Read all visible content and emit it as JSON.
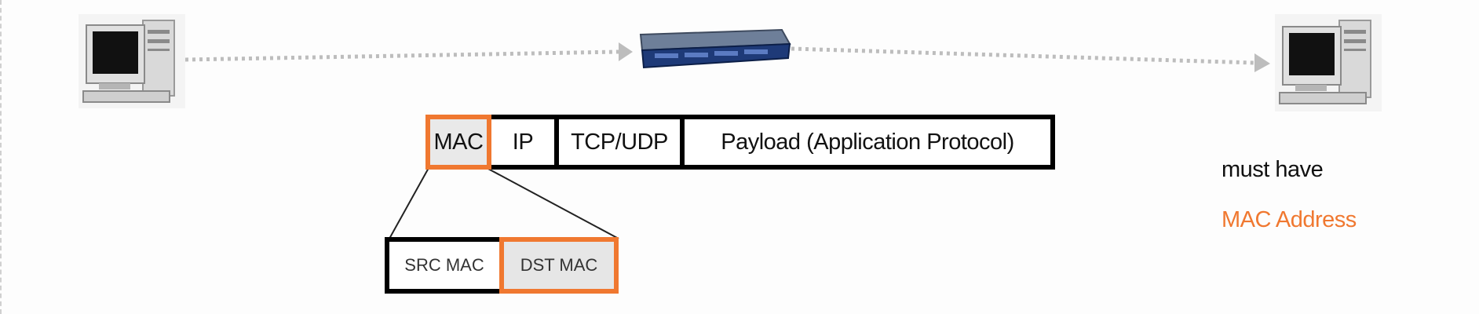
{
  "diagram": {
    "source_host": {
      "icon": "desktop-computer-icon"
    },
    "switch": {
      "icon": "network-switch-icon"
    },
    "dest_host": {
      "icon": "desktop-computer-icon"
    },
    "packet_fields": [
      "MAC",
      "IP",
      "TCP/UDP",
      "Payload (Application Protocol)"
    ],
    "highlighted_field": "MAC",
    "mac_subfields": [
      "SRC MAC",
      "DST MAC"
    ],
    "highlighted_subfield": "DST MAC",
    "note_line1": "must have",
    "note_line2": "MAC Address"
  },
  "colors": {
    "highlight": "#f07830",
    "border": "#000000",
    "arrow": "#bdbdbd"
  }
}
